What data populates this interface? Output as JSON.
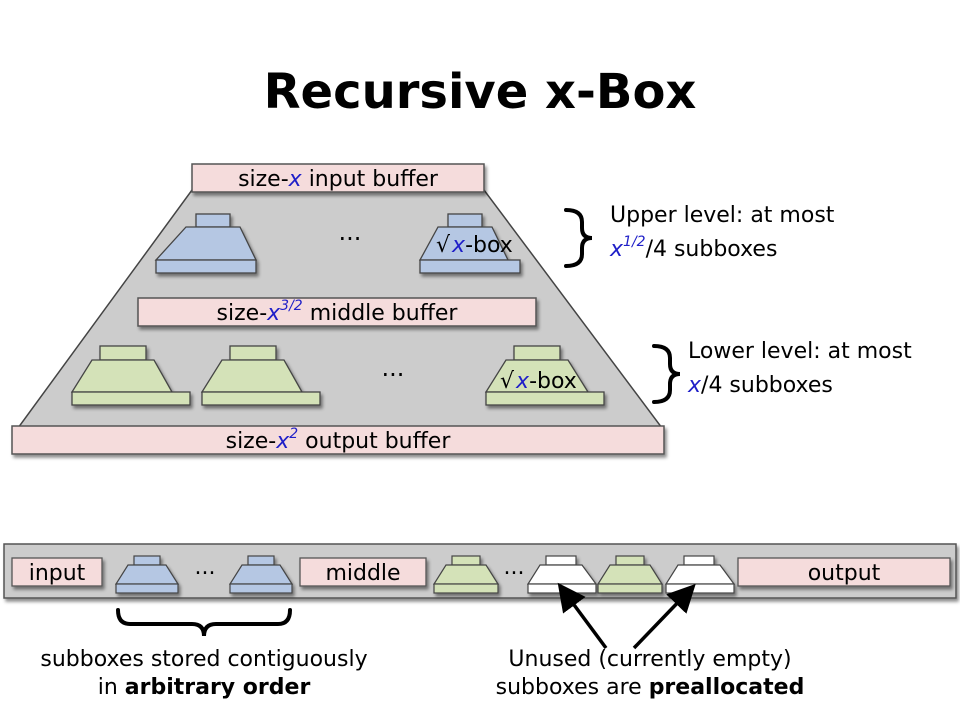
{
  "title": "Recursive x-Box",
  "colors": {
    "buffer_fill": "#f5dcdc",
    "upper_box_fill": "#b5c7e3",
    "lower_box_fill": "#d4e2b8",
    "empty_box_fill": "#ffffff",
    "outer_fill": "#cccccc",
    "variable_text": "#1f1fc8"
  },
  "buffers": {
    "input": {
      "prefix": "size-",
      "var": "x",
      "suffix": " input buffer"
    },
    "middle": {
      "prefix": "size-",
      "var": "x",
      "exp": "3/2",
      "suffix": " middle buffer"
    },
    "output": {
      "prefix": "size-",
      "var": "x",
      "exp": "2",
      "suffix": " output buffer"
    }
  },
  "upper_row": {
    "ellipsis": "...",
    "box_label": {
      "root": "√",
      "var": "x",
      "suffix": "-box"
    }
  },
  "lower_row": {
    "ellipsis": "...",
    "box_label": {
      "root": "√",
      "var": "x",
      "suffix": "-box"
    }
  },
  "annotations": {
    "upper": {
      "line1": "Upper level: at most",
      "var": "x",
      "exp": "1/2",
      "suffix": "/4 subboxes"
    },
    "lower": {
      "line1": "Lower level: at most",
      "var": "x",
      "suffix": "/4 subboxes"
    }
  },
  "strip": {
    "input_label": "input",
    "middle_label": "middle",
    "output_label": "output",
    "ellipsis_1": "...",
    "ellipsis_2": "..."
  },
  "captions": {
    "left": {
      "line1": "subboxes stored contiguously",
      "line2_prefix": "in ",
      "line2_bold": "arbitrary order"
    },
    "right": {
      "line1": "Unused (currently empty)",
      "line2_prefix": "subboxes are ",
      "line2_bold": "preallocated"
    }
  }
}
